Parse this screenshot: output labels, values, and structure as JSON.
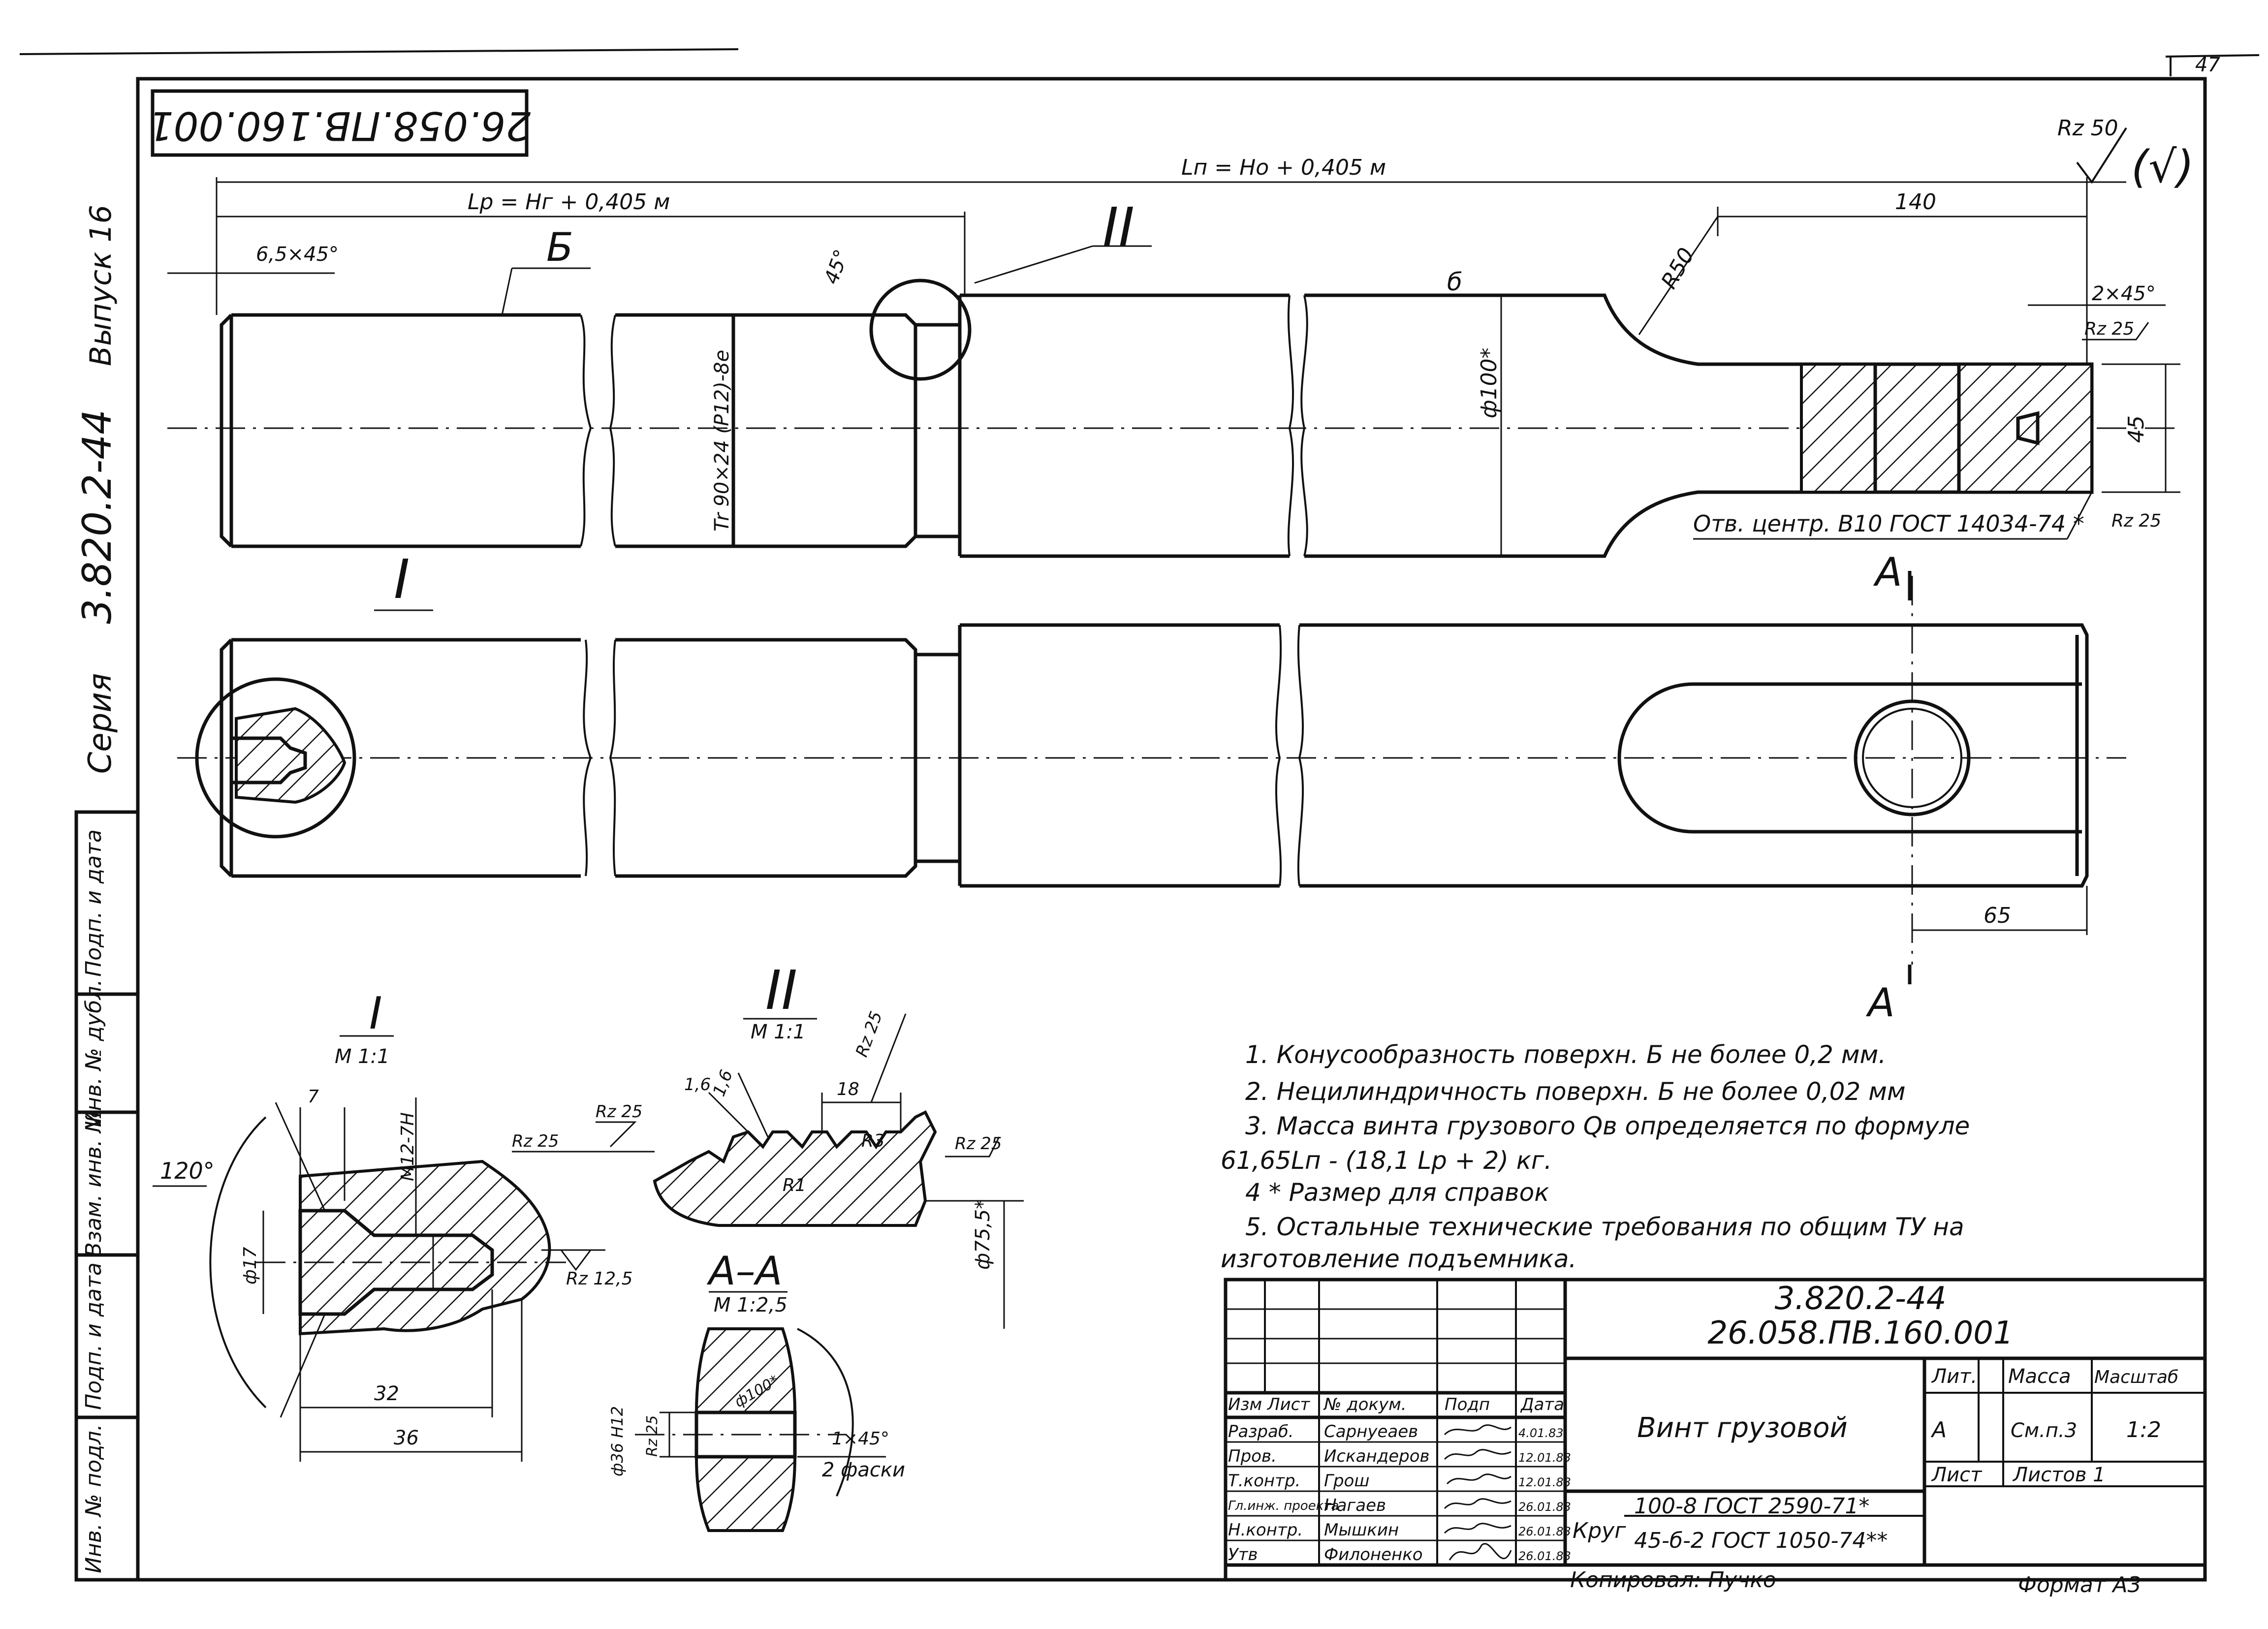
{
  "drawing": {
    "stamp_code_rotated": "26.058.ПВ.160.001",
    "sheet_number": "47",
    "roughness_general": "Rz 50",
    "roughness_general_other": "(√)"
  },
  "side_labels": {
    "vypusk": "Выпуск 16",
    "code": "3.820.2-44",
    "series": "Серия",
    "podp_data_1": "Подп. и дата",
    "inv_dubl": "Инв. № дубл.",
    "vzam_inv": "Взам. инв. №",
    "podp_data_2": "Подп. и дата",
    "inv_podl": "Инв. № подл."
  },
  "dimensions": {
    "ln": "Lп = Hо + 0,405 м",
    "lp": "Lр = Hг + 0,405 м",
    "chamfer_left": "6,5×45°",
    "surface_b": "Б",
    "view_ii": "II",
    "angle_45": "45°",
    "thread": "Tr 90×24 (P12)-8е",
    "diameter_100": "ф100*",
    "r50": "R50",
    "d140": "140",
    "chamfer_right": "2×45°",
    "rz25_top": "Rz 25",
    "d45": "45",
    "rz25_bottom": "Rz 25",
    "center_hole": "Отв. центр. В10 ГОСТ 14034-74 *",
    "section_a": "А",
    "view_i": "I",
    "d65": "65",
    "b_mark": "б"
  },
  "detail_i": {
    "title": "I",
    "scale": "М 1:1",
    "thread": "М12-7Н",
    "angle": "120°",
    "dim_7": "7",
    "dia_17": "ф17",
    "rz125": "Rz 12,5",
    "dim_32": "32",
    "dim_36": "36"
  },
  "detail_ii": {
    "title": "II",
    "scale": "М 1:1",
    "rz25_a": "Rz 25",
    "rz25_b": "Rz 25",
    "rz25_c": "Rz 25",
    "rz25_d": "Rz 25",
    "r16_a": "1,6",
    "r16_b": "1,6",
    "dim_18": "18",
    "r3": "R3",
    "r1": "R1",
    "dia_755": "ф75,5*"
  },
  "section_aa": {
    "title": "А–А",
    "scale": "М 1:2,5",
    "dia_36": "ф36 Н12",
    "rz25": "Rz 25",
    "dia_100": "ф100*",
    "chamfer": "1×45°",
    "chamfer_note": "2 фаски"
  },
  "notes": [
    "1. Конусообразность поверхн. Б не более 0,2 мм.",
    "2. Нецилиндричность поверхн. Б не более 0,02 мм",
    "3. Масса винта грузового Qв определяется по формуле",
    "61,65Lп - (18,1 Lр + 2) кг.",
    "4 * Размер для справок",
    "5. Остальные технические требования по общим ТУ на",
    "изготовление подъемника."
  ],
  "title_block": {
    "code1": "3.820.2-44",
    "code2": "26.058.ПВ.160.001",
    "name": "Винт грузовой",
    "material_label": "Круг",
    "material1": "100-8  ГОСТ 2590-71*",
    "material2": "45-б-2  ГОСТ 1050-74**",
    "col_izm": "Изм",
    "col_list": "Лист",
    "col_dokum": "№ докум.",
    "col_podp": "Подп",
    "col_data": "Дата",
    "lit_label": "Лит.",
    "massa_label": "Масса",
    "masshtab_label": "Масштаб",
    "lit_value": "А",
    "massa_value": "См.п.3",
    "masshtab_value": "1:2",
    "list_label": "Лист",
    "listov_label": "Листов 1",
    "rows": [
      {
        "role": "Разраб.",
        "name": "Сарнуеаев",
        "date": "4.01.83"
      },
      {
        "role": "Пров.",
        "name": "Искандеров",
        "date": "12.01.83"
      },
      {
        "role": "Т.контр.",
        "name": "Грош",
        "date": "12.01.83"
      },
      {
        "role": "Гл.инж. проекта",
        "name": "Нагаев",
        "date": "26.01.83"
      },
      {
        "role": "Н.контр.",
        "name": "Мышкин",
        "date": "26.01.83"
      },
      {
        "role": "Утв",
        "name": "Филоненко",
        "date": "26.01.83"
      }
    ],
    "kopiroval": "Копировал:  Пучко",
    "format": "Формат  А3"
  }
}
